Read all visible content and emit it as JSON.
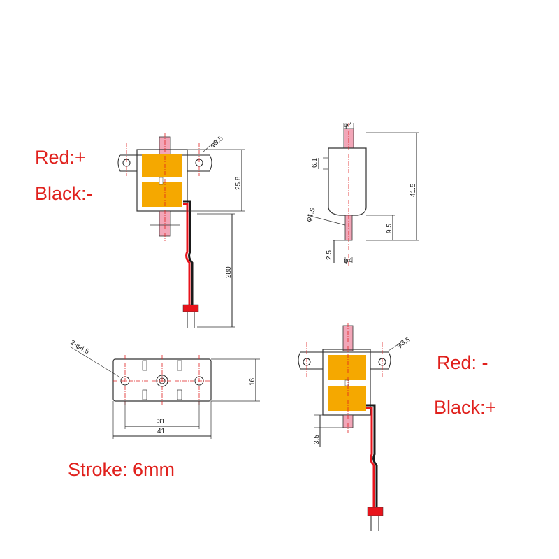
{
  "labels": {
    "top_red": "Red:+",
    "top_black": "Black:-",
    "bottom_red": "Red: -",
    "bottom_black": "Black:+",
    "stroke": "Stroke: 6mm"
  },
  "dimensions": {
    "front_mount_hole": "φ3.5",
    "front_height": "25.8",
    "wire_length": "280",
    "side_shaft_top": "φ4",
    "side_small": "6.1",
    "side_total": "41.5",
    "side_pin": "φ1.5",
    "side_lower": "9.5",
    "side_tip": "2.5",
    "side_shaft_bottom": "φ4",
    "plate_holes": "2-φ4.5",
    "plate_height": "16",
    "plate_hole_spacing": "31",
    "plate_width": "41",
    "bottom_mount_hole": "φ3.5",
    "bottom_small": "3.5"
  },
  "colors": {
    "annotation": "#e0201c",
    "coil": "#f5a800",
    "plunger": "#f2a6b8",
    "wire_red": "#e8141c",
    "wire_black": "#1a1a1a"
  }
}
